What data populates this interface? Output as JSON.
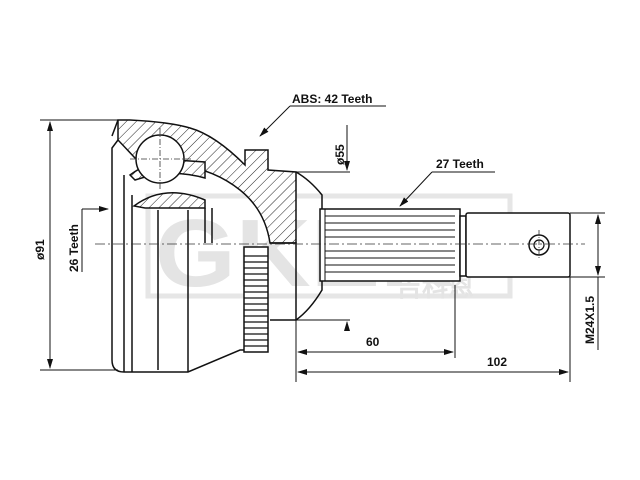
{
  "diagram": {
    "type": "technical-drawing",
    "subject": "CV joint (outer) with ABS ring",
    "colors": {
      "line": "#111111",
      "background": "#ffffff",
      "watermark": "#e2e2e2",
      "centerline": "#333333"
    },
    "labels": {
      "abs_teeth": "ABS: 42 Teeth",
      "spline_teeth_outer": "27 Teeth",
      "spline_teeth_inner": "26 Teeth",
      "diameter_body": "ø91",
      "diameter_shoulder": "ø55",
      "thread": "M24X1.5",
      "length_spline": "60",
      "length_total": "102"
    },
    "watermark": {
      "brand": "GKER",
      "subtitle": "吉科恩"
    }
  }
}
